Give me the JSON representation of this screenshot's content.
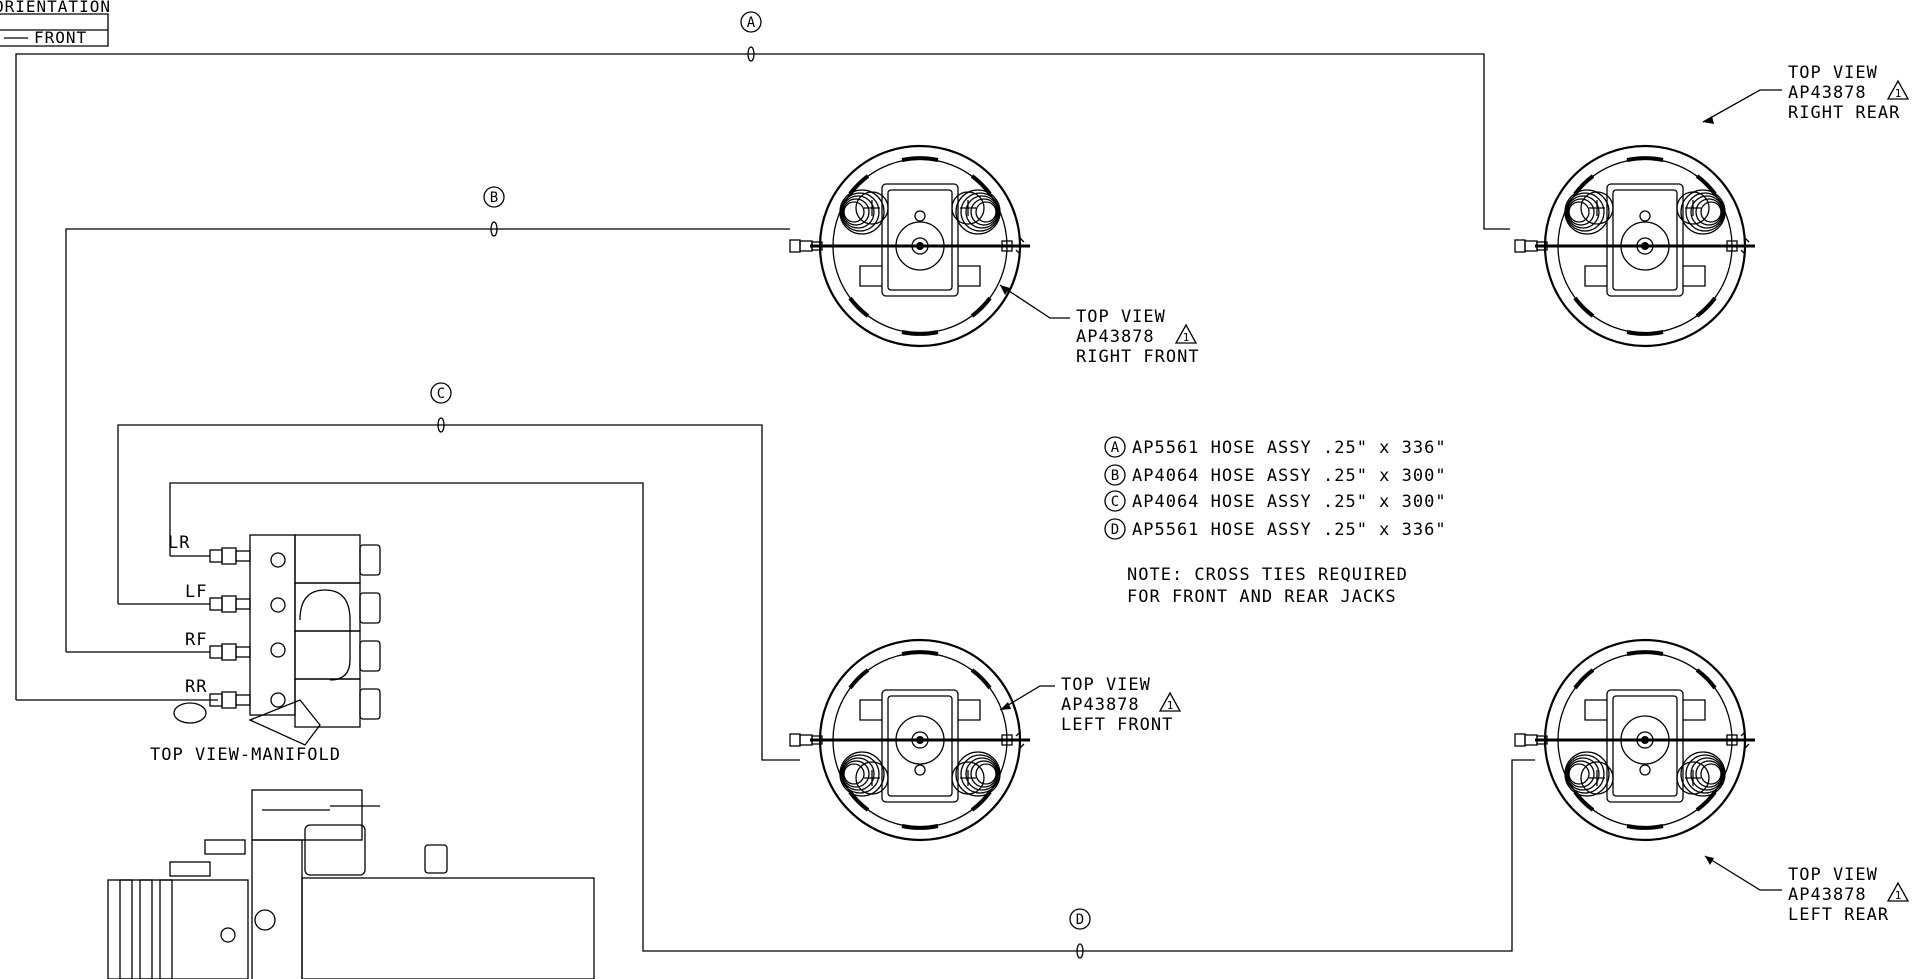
{
  "orientation": {
    "header": "ORIENTATION",
    "front": "FRONT"
  },
  "hoses": [
    {
      "id": "A",
      "text": "AP5561 HOSE ASSY .25\" x 336\""
    },
    {
      "id": "B",
      "text": "AP4064 HOSE ASSY .25\" x 300\""
    },
    {
      "id": "C",
      "text": "AP4064 HOSE ASSY .25\" x 300\""
    },
    {
      "id": "D",
      "text": "AP5561 HOSE ASSY .25\" x 336\""
    }
  ],
  "note": {
    "line1": "NOTE: CROSS TIES REQUIRED",
    "line2": "FOR FRONT AND REAR JACKS"
  },
  "jacks": {
    "right_front": {
      "view": "TOP VIEW",
      "part": "AP43878",
      "position": "RIGHT FRONT",
      "rev": "1"
    },
    "right_rear": {
      "view": "TOP VIEW",
      "part": "AP43878",
      "position": "RIGHT REAR",
      "rev": "1"
    },
    "left_front": {
      "view": "TOP VIEW",
      "part": "AP43878",
      "position": "LEFT FRONT",
      "rev": "1"
    },
    "left_rear": {
      "view": "TOP VIEW",
      "part": "AP43878",
      "position": "LEFT REAR",
      "rev": "1"
    }
  },
  "manifold": {
    "title": "TOP VIEW-MANIFOLD",
    "ports": [
      "LR",
      "LF",
      "RF",
      "RR"
    ]
  }
}
